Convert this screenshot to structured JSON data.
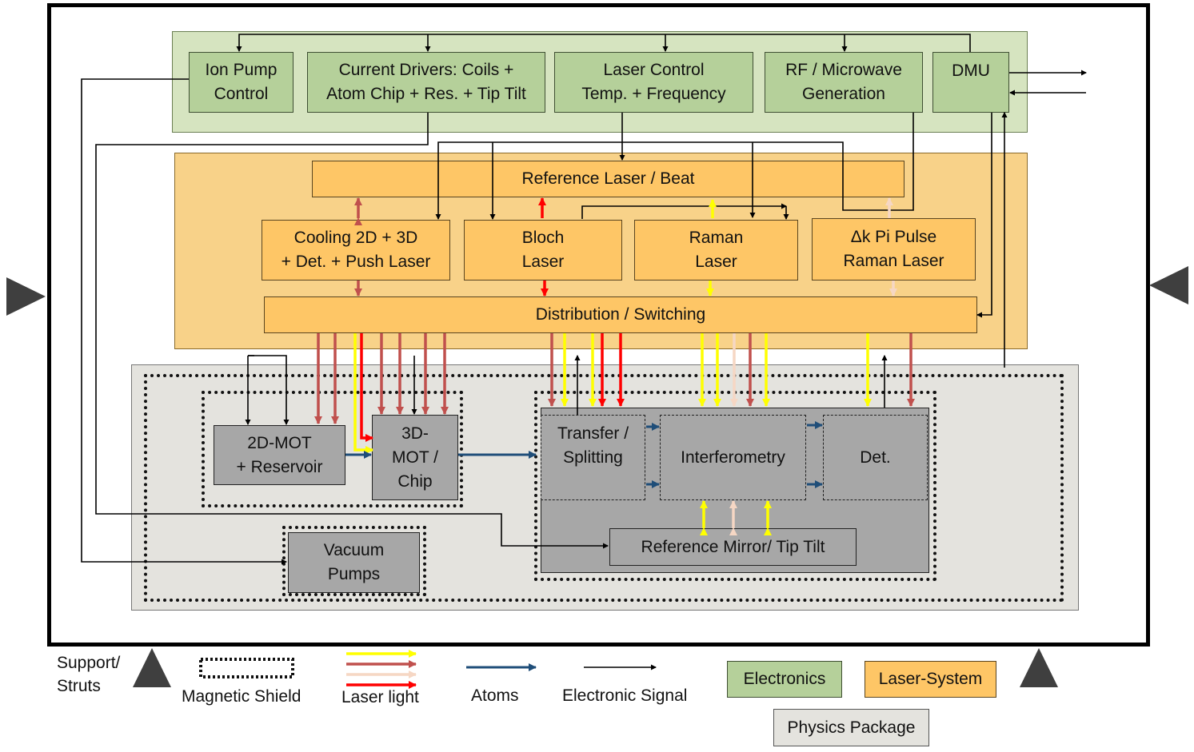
{
  "electronics": {
    "ion_pump": "Ion Pump\nControl",
    "current_drivers": "Current Drivers: Coils +\nAtom Chip + Res. + Tip Tilt",
    "laser_control": "Laser Control\nTemp. + Frequency",
    "rf_microwave": "RF / Microwave\nGeneration",
    "dmu": "DMU"
  },
  "laser_system": {
    "reference": "Reference Laser / Beat",
    "cooling": "Cooling 2D + 3D\n+ Det. + Push Laser",
    "bloch": "Bloch\nLaser",
    "raman": "Raman\nLaser",
    "dk_raman": "Δk Pi Pulse\nRaman Laser",
    "distribution": "Distribution / Switching"
  },
  "physics": {
    "mot2d": "2D-MOT\n+ Reservoir",
    "mot3d": "3D-\nMOT /\nChip",
    "transfer": "Transfer /\nSplitting",
    "interferometry": "Interferometry",
    "detection": "Det.",
    "mirror": "Reference Mirror/ Tip Tilt",
    "vacuum": "Vacuum\nPumps"
  },
  "legend": {
    "support": "Support/\nStruts",
    "shield": "Magnetic Shield",
    "laser": "Laser light",
    "atoms": "Atoms",
    "signal": "Electronic Signal",
    "electronics": "Electronics",
    "laser_system": "Laser-System",
    "physics_package": "Physics Package"
  },
  "colors": {
    "laser_dark_red": "#c0504d",
    "laser_red": "#ff0000",
    "laser_yellow": "#ffff00",
    "laser_peach": "#f6d7c4",
    "atoms_blue": "#1f4e79",
    "signal_black": "#000000"
  }
}
